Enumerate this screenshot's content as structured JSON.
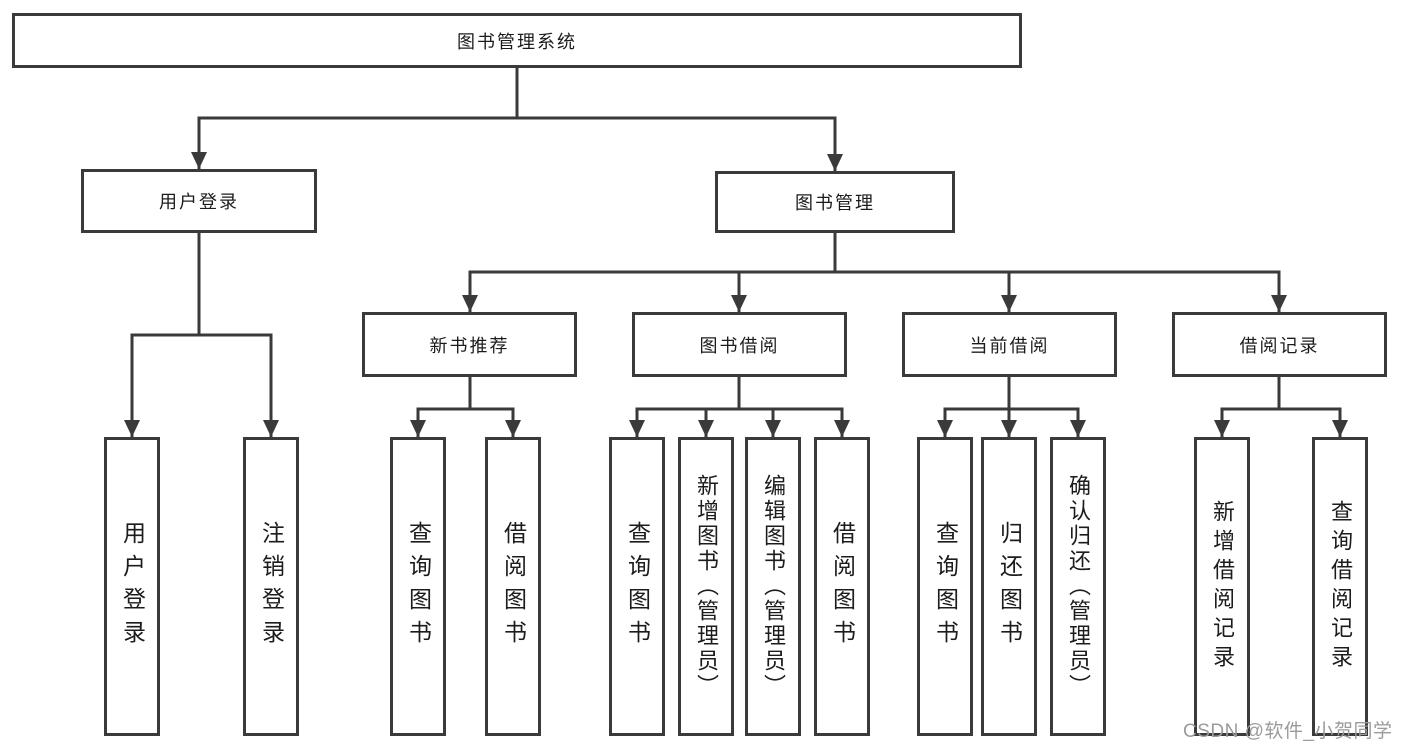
{
  "diagram": {
    "type": "tree",
    "root": {
      "label": "图书管理系统",
      "children": [
        {
          "label": "用户登录",
          "children": [
            {
              "label": "用户登录"
            },
            {
              "label": "注销登录"
            }
          ]
        },
        {
          "label": "图书管理",
          "children": [
            {
              "label": "新书推荐",
              "children": [
                {
                  "label": "查询图书"
                },
                {
                  "label": "借阅图书"
                }
              ]
            },
            {
              "label": "图书借阅",
              "children": [
                {
                  "label": "查询图书"
                },
                {
                  "label": "新增图书（管理员）"
                },
                {
                  "label": "编辑图书（管理员）"
                },
                {
                  "label": "借阅图书"
                }
              ]
            },
            {
              "label": "当前借阅",
              "children": [
                {
                  "label": "查询图书"
                },
                {
                  "label": "归还图书"
                },
                {
                  "label": "确认归还（管理员）"
                }
              ]
            },
            {
              "label": "借阅记录",
              "children": [
                {
                  "label": "新增借阅记录"
                },
                {
                  "label": "查询借阅记录"
                }
              ]
            }
          ]
        }
      ]
    }
  },
  "watermark": {
    "text": "CSDN @软件_小贺同学"
  },
  "colors": {
    "background": "#ffffff",
    "line": "#3a3a3a",
    "box_border": "#3a3a3a",
    "text": "#1c1c1c",
    "watermark": "#9b9b9b"
  }
}
